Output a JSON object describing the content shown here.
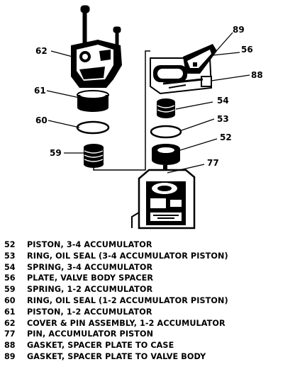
{
  "callouts": {
    "c89": "89",
    "c62": "62",
    "c56": "56",
    "c88": "88",
    "c61": "61",
    "c54": "54",
    "c60": "60",
    "c53": "53",
    "c52": "52",
    "c59": "59",
    "c77": "77"
  },
  "legend": [
    {
      "num": "52",
      "desc": "PISTON, 3-4 ACCUMULATOR"
    },
    {
      "num": "53",
      "desc": "RING, OIL SEAL (3-4 ACCUMULATOR PISTON)"
    },
    {
      "num": "54",
      "desc": "SPRING, 3-4 ACCUMULATOR"
    },
    {
      "num": "56",
      "desc": "PLATE, VALVE BODY SPACER"
    },
    {
      "num": "59",
      "desc": "SPRING, 1-2 ACCUMULATOR"
    },
    {
      "num": "60",
      "desc": "RING, OIL SEAL (1-2 ACCUMULATOR PISTON)"
    },
    {
      "num": "61",
      "desc": "PISTON, 1-2 ACCUMULATOR"
    },
    {
      "num": "62",
      "desc": "COVER & PIN ASSEMBLY, 1-2 ACCUMULATOR"
    },
    {
      "num": "77",
      "desc": "PIN, ACCUMULATOR PISTON"
    },
    {
      "num": "88",
      "desc": "GASKET, SPACER PLATE TO CASE"
    },
    {
      "num": "89",
      "desc": "GASKET, SPACER PLATE TO VALVE BODY"
    }
  ]
}
